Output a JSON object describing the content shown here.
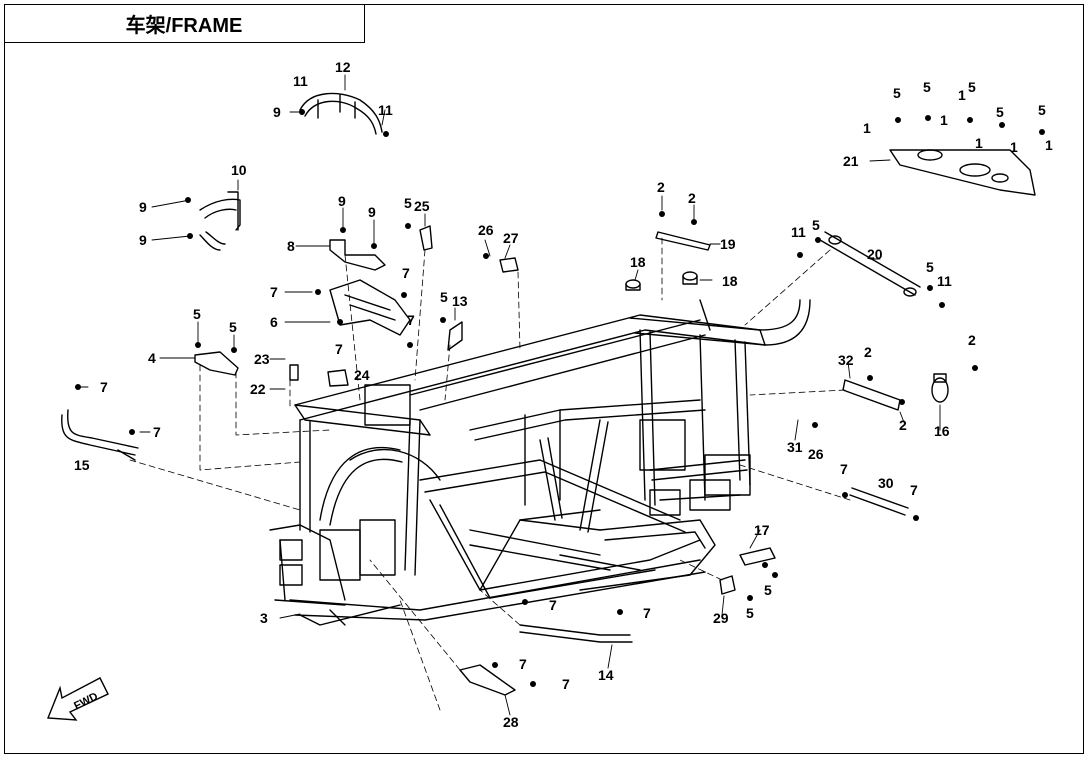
{
  "title": "车架/FRAME",
  "fwd_label": "FWD",
  "callouts": [
    "1",
    "2",
    "3",
    "4",
    "5",
    "6",
    "7",
    "8",
    "9",
    "10",
    "11",
    "12",
    "13",
    "14",
    "15",
    "16",
    "17",
    "18",
    "19",
    "20",
    "21",
    "22",
    "23",
    "24",
    "25",
    "26",
    "27",
    "28",
    "29",
    "30",
    "31",
    "32"
  ]
}
